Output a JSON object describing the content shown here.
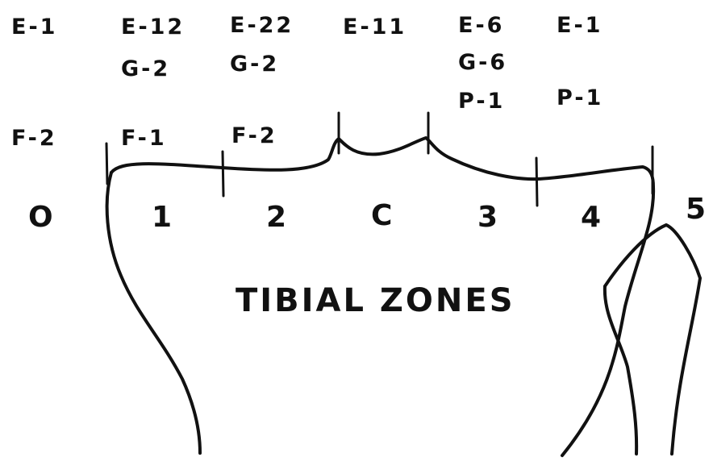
{
  "zones": [
    "O",
    "1",
    "2",
    "C",
    "3",
    "4",
    "5"
  ],
  "title": "TIBIAL ZONES",
  "counts": {
    "zone0": {
      "e": "E-1",
      "f": "F-2"
    },
    "zone1": {
      "e": "E-12",
      "g": "G-2",
      "f": "F-1"
    },
    "zone2": {
      "e": "E-22",
      "g": "G-2",
      "f": "F-2"
    },
    "zoneC": {
      "e": "E-11"
    },
    "zone3": {
      "e": "E-6",
      "g": "G-6",
      "p": "P-1"
    },
    "zone4": {
      "e": "E-1",
      "p": "P-1"
    }
  },
  "colors": {
    "ink": "#111111",
    "background": "#ffffff"
  }
}
